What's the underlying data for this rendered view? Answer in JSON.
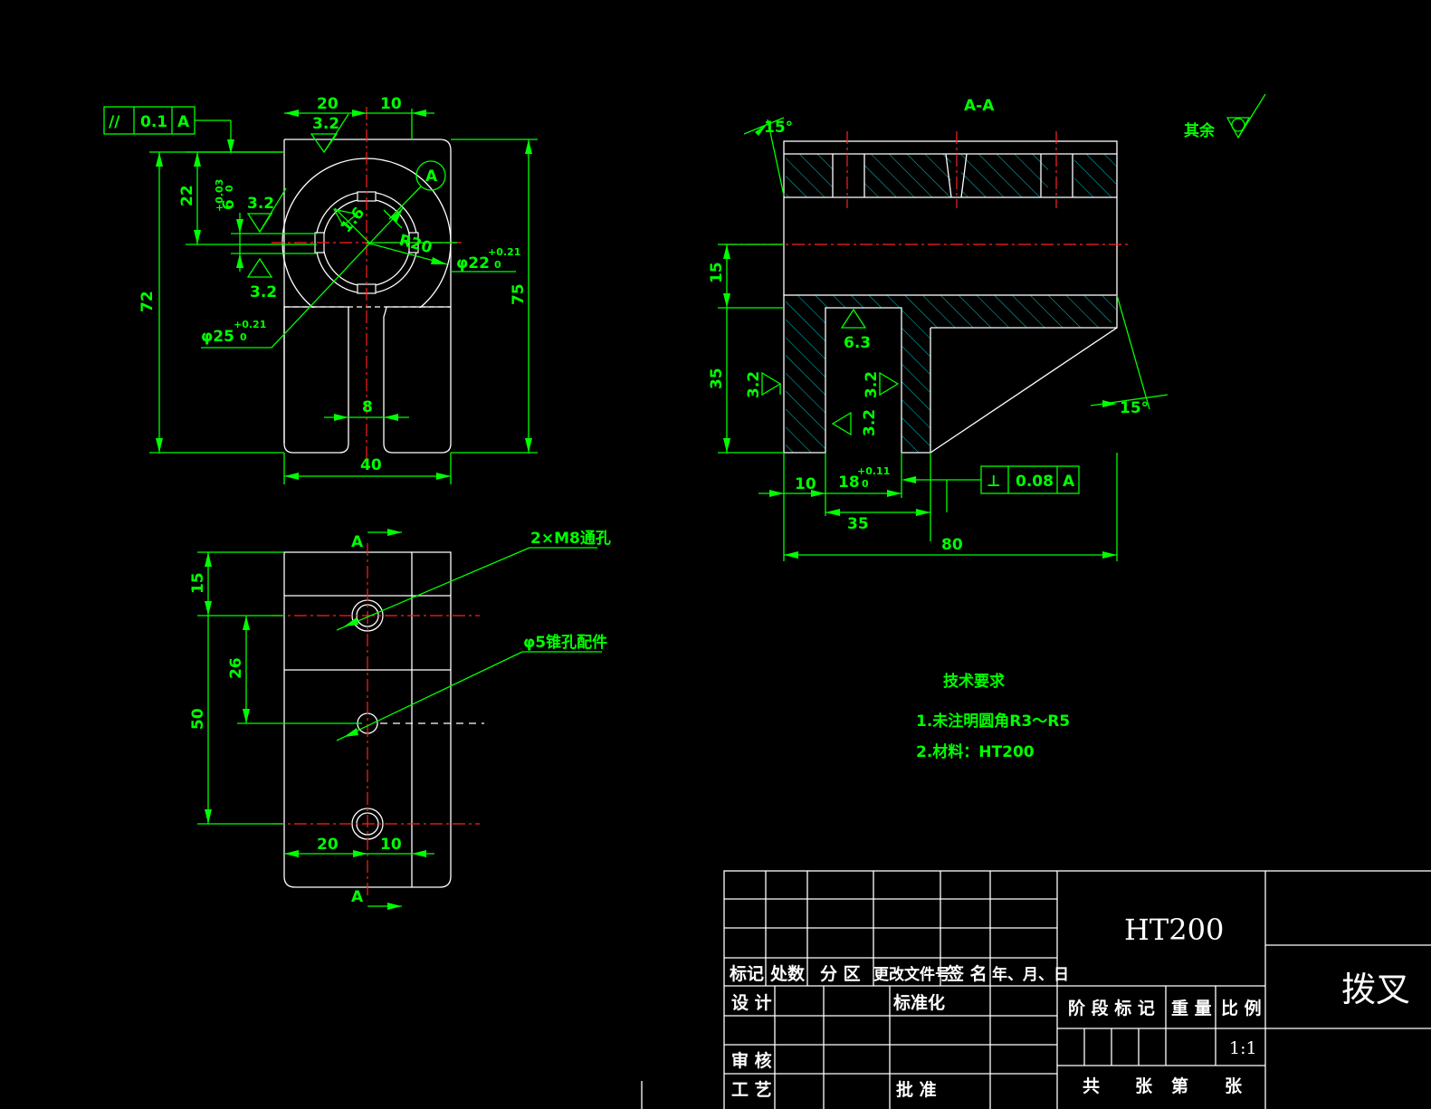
{
  "front_view": {
    "dim_width_40": "40",
    "dim_top_20": "20",
    "dim_top_10": "10",
    "dim_slot_8": "8",
    "dim_height_72": "72",
    "dim_height_75": "75",
    "dim_22": "22",
    "dim_6": "6",
    "dim_6_tol": "+0.03\n0",
    "dim_phi22": "φ22",
    "dim_phi22_tol": "+0.21\n0",
    "dim_phi25": "φ25",
    "dim_phi25_tol": "+0.21\n0",
    "dim_r20": "R20",
    "rough_1_6": "1.6",
    "rough_3_2_a": "3.2",
    "rough_3_2_b": "3.2",
    "rough_3_2_c": "3.2",
    "datum_a": "A",
    "gtol_symbol": "//",
    "gtol_value": "0.1",
    "gtol_datum": "A"
  },
  "top_view": {
    "dim_15": "15",
    "dim_26": "26",
    "dim_50": "50",
    "dim_20": "20",
    "dim_10": "10",
    "section_mark_top": "A",
    "section_mark_bottom": "A",
    "note_holes": "2×M8通孔",
    "note_taper": "φ5锥孔配件"
  },
  "section_view": {
    "title": "A-A",
    "angle_top": "15°",
    "angle_bottom": "15°",
    "dim_15": "15",
    "dim_35_v": "35",
    "dim_10": "10",
    "dim_18": "18",
    "dim_18_tol": "+0.11\n0",
    "dim_35_h": "35",
    "dim_80": "80",
    "rough_6_3": "6.3",
    "rough_3_2_a": "3.2",
    "rough_3_2_b": "3.2",
    "rough_3_2_c": "3.2",
    "gtol_symbol": "⊥",
    "gtol_value": "0.08",
    "gtol_datum": "A"
  },
  "other_roughness": "其余",
  "tech_requirements": {
    "heading": "技术要求",
    "item1": "1.未注明圆角R3～R5",
    "item2": "2.材料：HT200"
  },
  "title_block": {
    "material": "HT200",
    "part_name": "拨叉",
    "h_mark": "标记",
    "h_count": "处数",
    "h_zone": "分 区",
    "h_change_doc": "更改文件号",
    "h_sign": "签 名",
    "h_date": "年、月、日",
    "design": "设 计",
    "standardize": "标准化",
    "review": "审 核",
    "process": "工 艺",
    "approve": "批 准",
    "stage_mark": "阶 段 标 记",
    "weight": "重 量",
    "scale_label": "比 例",
    "scale_value": "1:1",
    "sheets_total": "共",
    "sheets_unit1": "张",
    "sheet_no": "第",
    "sheets_unit2": "张"
  },
  "colors": {
    "background": "#000000",
    "dimension_green": "#00ff00",
    "outline_white": "#ffffff",
    "centerline_red": "#ff2020",
    "hatch_cyan": "#00c8c8"
  }
}
